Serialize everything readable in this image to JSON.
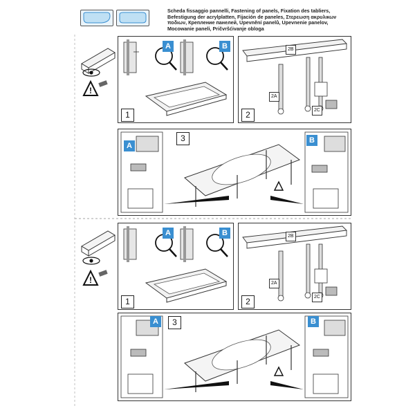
{
  "header": {
    "lines": [
      "Scheda fissaggio pannelli, Fastening of panels, Fixation des tabliers,",
      "Befestigung der acrylplatten, Fijación de paneles, Στερεωση ακρυλικων",
      "ποδιων, Крепление панелей, Upevnění panelů, Upevnenie panelov,",
      "Mocowanie paneli, Pričvršćivanje obloga"
    ]
  },
  "sections": [
    {
      "step1": {
        "number": "1",
        "badge_a": "A",
        "badge_b": "B"
      },
      "step2": {
        "number": "2",
        "tag_2b": "2B",
        "tag_2a": "2A",
        "tag_2c": "2C"
      },
      "step3": {
        "number": "3",
        "badge_a": "A",
        "badge_b": "B"
      }
    },
    {
      "step1": {
        "number": "1",
        "badge_a": "A",
        "badge_b": "B"
      },
      "step2": {
        "number": "2",
        "tag_2b": "2B",
        "tag_2a": "2A",
        "tag_2c": "2C"
      },
      "step3": {
        "number": "3",
        "badge_a": "A",
        "badge_b": "B"
      }
    }
  ],
  "colors": {
    "accent": "#3a8fd1",
    "line": "#333333",
    "warning": "#111111"
  },
  "icons": [
    "bathtub-thumbnail-icon",
    "magnifier-icon",
    "eye-icon",
    "warning-icon",
    "screw-icon",
    "panel-icon",
    "clip-icon"
  ]
}
